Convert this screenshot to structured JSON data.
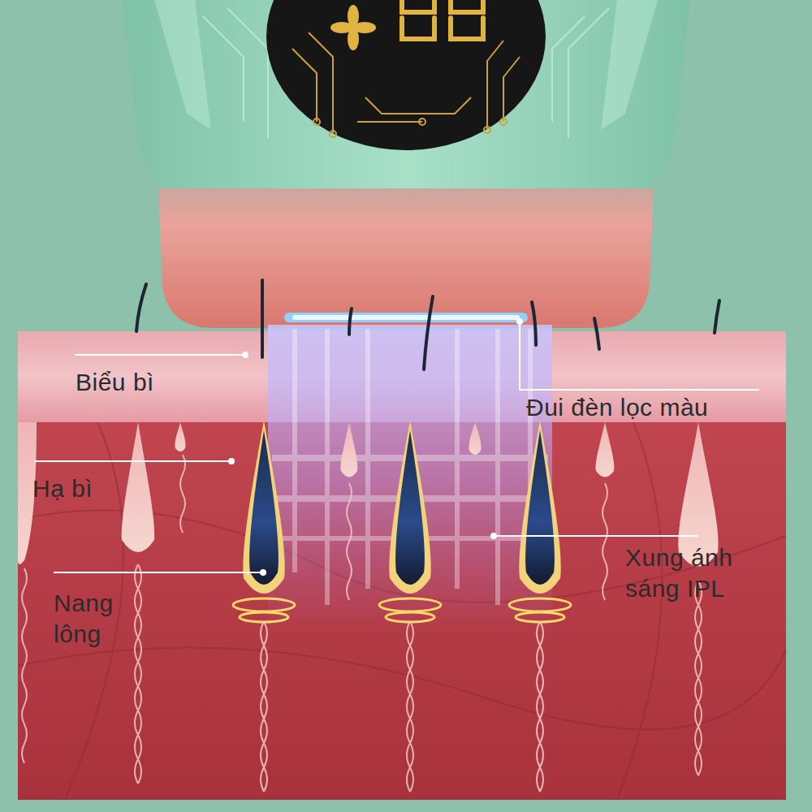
{
  "diagram": {
    "labels": [
      "Biểu bì",
      "Đui đèn lọc màu",
      "Hạ bì",
      "Xung ánh sáng IPL",
      "Nang lông"
    ]
  }
}
